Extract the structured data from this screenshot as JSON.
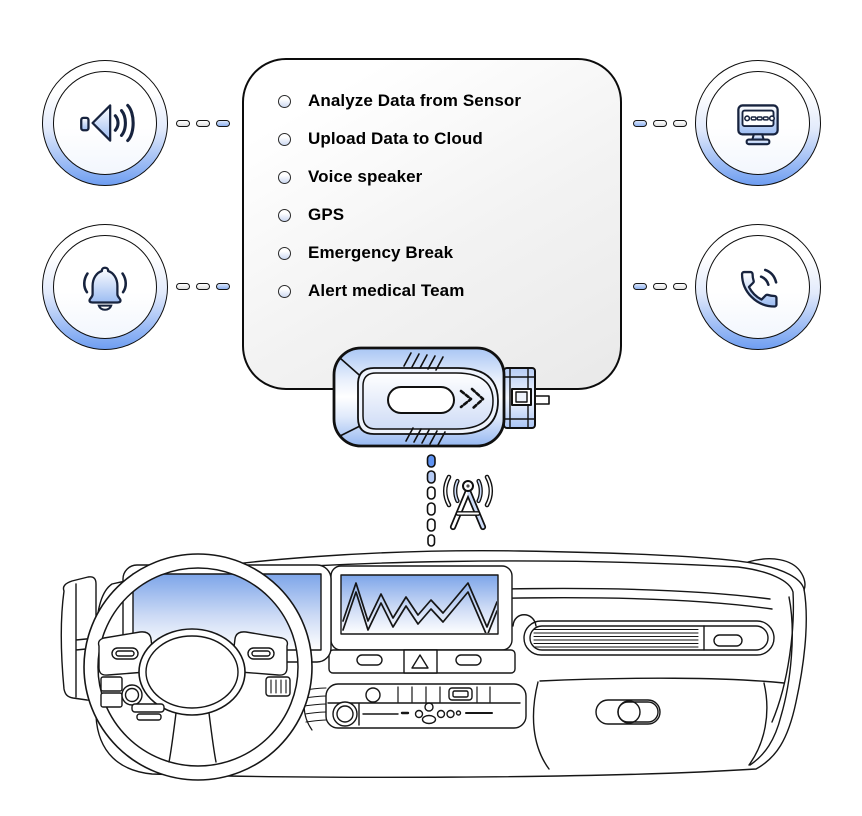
{
  "panel": {
    "items": [
      "Analyze Data from Sensor",
      "Upload Data to Cloud",
      "Voice speaker",
      "GPS",
      "Emergency Break",
      "Alert medical Team"
    ]
  },
  "nodes": {
    "top_left": {
      "icon": "volume-speaker-icon"
    },
    "bottom_left": {
      "icon": "alarm-bell-icon"
    },
    "top_right": {
      "icon": "monitor-screen-icon"
    },
    "bottom_right": {
      "icon": "phone-call-icon"
    }
  },
  "device": {
    "icon": "obd-dongle-device"
  },
  "signal": {
    "icon": "broadcast-antenna-icon"
  },
  "illustration": {
    "icon": "car-dashboard-line-art"
  },
  "colors": {
    "accent_blue": "#6F9EF1",
    "light_blue": "#AEC8F4",
    "screen_blue": "#7DA5E9",
    "line": "#141414",
    "panel_fill": "#E9E9E9"
  }
}
